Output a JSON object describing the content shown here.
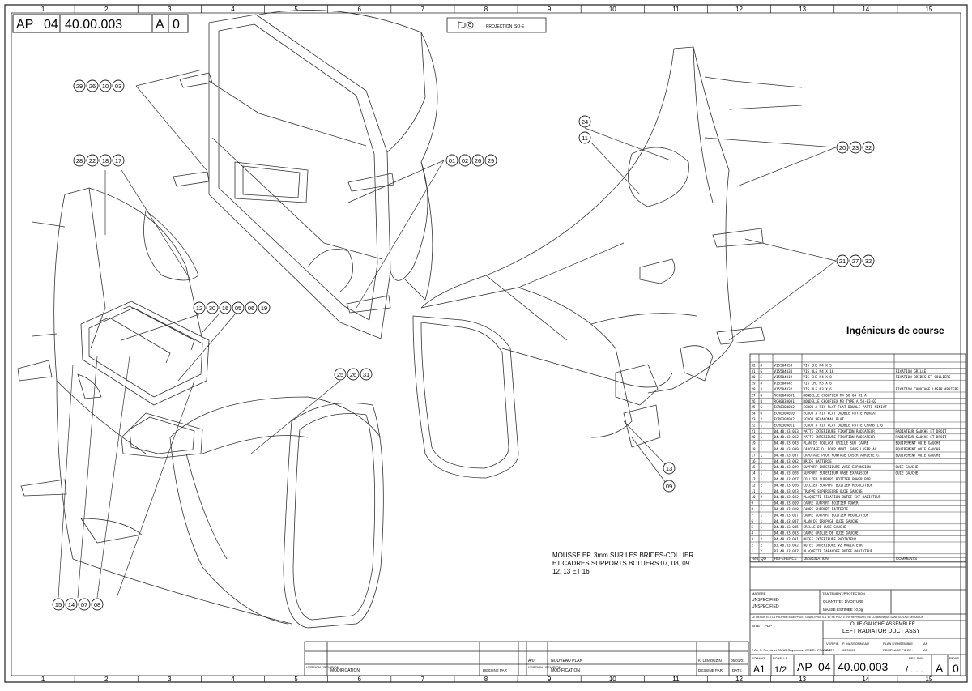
{
  "drawing_ref": {
    "prefix": "AP",
    "group": "04",
    "number": "40.00.003",
    "revision": "A",
    "index": "0"
  },
  "projection": "PROJECTION ISO-E",
  "grid_columns": [
    "1",
    "2",
    "3",
    "4",
    "5",
    "6",
    "7",
    "8",
    "9",
    "10",
    "11",
    "12",
    "13",
    "14",
    "15"
  ],
  "company_caption": "Ingénieurs de course",
  "note": "MOUSSE EP. 3mm SUR LES BRIDES-COLLIER ET CADRES SUPPORTS BOITIERS 07, 08, 09 12, 13 ET 16",
  "balloon_groups": [
    [
      "29",
      "26",
      "10",
      "03"
    ],
    [
      "28",
      "22",
      "18",
      "17"
    ],
    [
      "01",
      "02",
      "26",
      "29"
    ],
    [
      "12",
      "30",
      "16",
      "05",
      "06",
      "19"
    ],
    [
      "25",
      "26",
      "31"
    ],
    [
      "24"
    ],
    [
      "11"
    ],
    [
      "20",
      "23",
      "32"
    ],
    [
      "21",
      "27",
      "32"
    ],
    [
      "13"
    ],
    [
      "09"
    ],
    [
      "15",
      "14",
      "07",
      "08"
    ]
  ],
  "parts_list": {
    "headers": {
      "rep": "Rep.",
      "qty": "Qté",
      "reference": "REFERENCE",
      "designation": "DESIGNATION",
      "comments": "COMMENTS"
    },
    "rows": [
      {
        "rep": "32",
        "qty": "4",
        "ref": "V15504050",
        "des": "VIS CHC M4 X 5",
        "com": ""
      },
      {
        "rep": "31",
        "qty": "6",
        "ref": "V15504034",
        "des": "VIS ULG M4 X 10",
        "com": "FIXATION GRILLE"
      },
      {
        "rep": "30",
        "qty": "5",
        "ref": "V15504019",
        "des": "VIS CHC M4 X 8",
        "com": "FIXATION BRIDES ET COLLIERS"
      },
      {
        "rep": "29",
        "qty": "8",
        "ref": "V15504042",
        "des": "VIS CHC M3 X 6",
        "com": ""
      },
      {
        "rep": "28",
        "qty": "3",
        "ref": "V15504032",
        "des": "VIS ULG M3 X 6",
        "com": "FIXATION CAPOTAGE LASER ARRIERE"
      },
      {
        "rep": "27",
        "qty": "4",
        "ref": "RCH0040001",
        "des": "RONDELLE CHOUFLEX M4 50 04 01 A",
        "com": ""
      },
      {
        "rep": "26",
        "qty": "8",
        "ref": "RCH0030001",
        "des": "RONDELLE CHOUFLEX M3 TYPE A 50-03-02",
        "com": ""
      },
      {
        "rep": "25",
        "qty": "6",
        "ref": "ECR0304002",
        "des": "ECROU A RIV PLAT FLAT DOUBLE PATTE MINIAT",
        "com": ""
      },
      {
        "rep": "24",
        "qty": "6",
        "ref": "ECR0304010",
        "des": "ECROU A RIV PLAT DOUBLE PATTE MINIAT",
        "com": ""
      },
      {
        "rep": "23",
        "qty": "2",
        "ref": "ECR0304002",
        "des": "ECROU HEXAGONAL PLAT",
        "com": ""
      },
      {
        "rep": "22",
        "qty": "1",
        "ref": "ECR0303011",
        "des": "ECROU A RIV PLAT DOUBLE PATTE CHAMB 1.6",
        "com": ""
      },
      {
        "rep": "21",
        "qty": "1",
        "ref": "04.40.03.063",
        "des": "PATTE EXTERIEURE FIXATION RADIATEUR",
        "com": "RADIATEUR GAUCHE ET DROIT"
      },
      {
        "rep": "20",
        "qty": "1",
        "ref": "04.40.03.062",
        "des": "PATTE INTERIEURE FIXATION RADIATEUR",
        "com": "RADIATEUR GAUCHE ET DROIT"
      },
      {
        "rep": "19",
        "qty": "1",
        "ref": "04.40.03.043",
        "des": "PLAN DE COLLAGE GRILLE SUR CADRE",
        "com": "EQUIPEMENT OUIE GAUCHE"
      },
      {
        "rep": "18",
        "qty": "1",
        "ref": "04.40.03.039",
        "des": "CAPOTAGE D. POUR MONT. SANS LASER AV.",
        "com": "EQUIPEMENT OUIE GAUCHE"
      },
      {
        "rep": "17",
        "qty": "1",
        "ref": "04.40.03.037",
        "des": "CAPOTAGE POUR MONTAGE LASER ARRIERE G.",
        "com": "EQUIPEMENT OUIE GAUCHE"
      },
      {
        "rep": "16",
        "qty": "1",
        "ref": "04.40.03.032",
        "des": "BRIDE BATTERIE",
        "com": ""
      },
      {
        "rep": "15",
        "qty": "1",
        "ref": "04.40.03.029",
        "des": "SUPPORT INFERIEURE VASE EXPANSION",
        "com": "OUIE GAUCHE"
      },
      {
        "rep": "14",
        "qty": "1",
        "ref": "04.40.03.028",
        "des": "SUPPORT SUPERIEUR VASE EXPANSION",
        "com": "OUIE GAUCHE"
      },
      {
        "rep": "13",
        "qty": "1",
        "ref": "04.40.03.027",
        "des": "COLLIER SUPPORT BOITIER POWER PCB",
        "com": ""
      },
      {
        "rep": "12",
        "qty": "2",
        "ref": "04.40.03.026",
        "des": "COLLIER SUPPORT BOITIER REGULATEUR",
        "com": ""
      },
      {
        "rep": "11",
        "qty": "1",
        "ref": "04.40.03.023",
        "des": "TRAPPE SUPERIEURE OUIE GAUCHE",
        "com": ""
      },
      {
        "rep": "10",
        "qty": "2",
        "ref": "04.40.03.022",
        "des": "PLAQUETTE FIXATION BUTEE EXT RADIATEUR",
        "com": ""
      },
      {
        "rep": "9",
        "qty": "1",
        "ref": "04.40.03.019",
        "des": "CADRE SUPPORT BOITIER POWER",
        "com": ""
      },
      {
        "rep": "8",
        "qty": "1",
        "ref": "04.40.03.018",
        "des": "CADRE SUPPORT BATTERIE",
        "com": ""
      },
      {
        "rep": "7",
        "qty": "1",
        "ref": "04.40.03.017",
        "des": "CADRE SUPPORT BOITIER REGULATEUR",
        "com": ""
      },
      {
        "rep": "6",
        "qty": "1",
        "ref": "04.40.03.007",
        "des": "PLAN DE DRAPAGE OUIE GAUCHE",
        "com": ""
      },
      {
        "rep": "5",
        "qty": "1",
        "ref": "04.40.03.005",
        "des": "GRILLE DE OUIE GAUCHE",
        "com": ""
      },
      {
        "rep": "4",
        "qty": "1",
        "ref": "04.40.03.003",
        "des": "CADRE GRILLE DE OUIE GAUCHE",
        "com": ""
      },
      {
        "rep": "3",
        "qty": "2",
        "ref": "04.40.03.001",
        "des": "BUTEE EXTERIEURE RADIATEUR",
        "com": ""
      },
      {
        "rep": "2",
        "qty": "2",
        "ref": "03.40.03.042",
        "des": "BUTEE INTERIEURE VZ RADIATEUR",
        "com": ""
      },
      {
        "rep": "1",
        "qty": "2",
        "ref": "03.40.03.047",
        "des": "PLAQUETTE TARAUDEE BUTEE RADIATEUR",
        "com": ""
      }
    ]
  },
  "title_block": {
    "title_fr": "OUIE GAUCHE ASSEMBLEE",
    "title_en": "LEFT RADIATOR DUCT ASSY",
    "site_label": "SITE",
    "site_value": "PDP",
    "company_address": "7 Av. S. Freycinet 78280 Guyancourt CEDEX FRANCE",
    "verified_label": "VERIFIE",
    "verified_value": "P. MASSONNEAU",
    "date_label": "DATE",
    "date_value": "05/01/01",
    "assembly_label": "PLAN D'ENSEMBLE :",
    "assembly_value": "AP",
    "replaces_label": "REMPLACE PIECE :",
    "replaces_value": "AP",
    "format_label": "FORMAT",
    "format_value": "A1",
    "scale_label": "ECHELLE",
    "scale_value": "1/2",
    "ref_label": "REF. SYM",
    "sheet_value": "/ . . .",
    "rev_label": "REVIS",
    "material_label": "MATIERE",
    "material_value": "UNSPECIFIED",
    "treatment_label": "TRAITEMENT/PROTECTION",
    "quantity_label": "QUANTITE : 1/VOITURE",
    "mass_label": "MASSE ESTIMEE : 0,0g",
    "confidential": "CE DESSIN EST LA PROPRIETE DE PROST GRAND PRIX S.A. ET NE PEUT ETRE REPRODUIT OU COMMUNIQUE SANS SON AUTORISATION"
  },
  "revision_block": {
    "header_version": "VERSION / REVISION",
    "header_modification": "MODIFICATION",
    "header_drawn": "DESSINE PAR",
    "header_date": "DATE",
    "row_rev": "A/0",
    "row_text": "NOUVEAU PLAN",
    "row_author": "K. LEMOUZIN",
    "row_date": "05/01/01"
  }
}
